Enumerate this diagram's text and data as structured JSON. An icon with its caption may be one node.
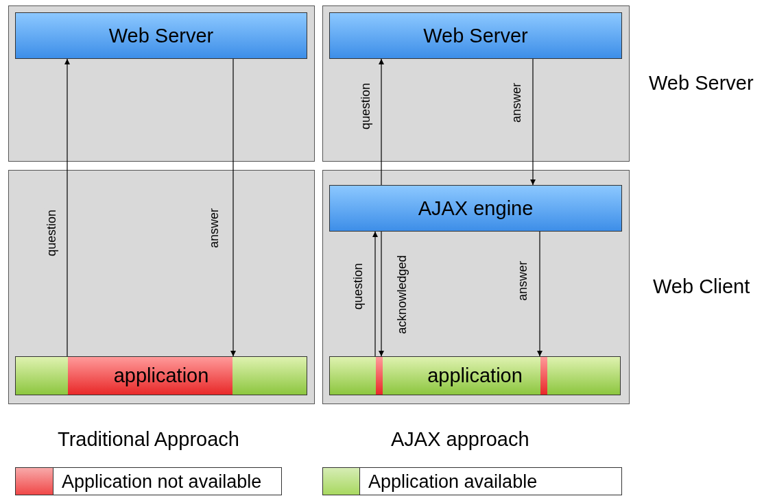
{
  "diagram": {
    "nodes": [
      {
        "text": [],
        "shape": "box"
      },
      {
        "text": [
          "Web Server"
        ],
        "in": 0
      },
      {
        "text": [],
        "shape": "box"
      },
      {
        "text": [
          "application"
        ],
        "in": 2
      },
      {
        "text": [],
        "shape": "box"
      },
      {
        "text": [
          "Web Server"
        ],
        "in": 4
      },
      {
        "text": [],
        "shape": "box"
      },
      {
        "text": [
          "AJAX engine"
        ],
        "in": 6
      },
      {
        "text": [
          "application"
        ],
        "in": 6
      }
    ],
    "edges": [
      {
        "from": 3,
        "to": 1,
        "arrow": "to",
        "label": "question"
      },
      {
        "from": 1,
        "to": 3,
        "arrow": "to",
        "label": "answer"
      },
      {
        "from": 7,
        "to": 5,
        "arrow": "to",
        "label": "question"
      },
      {
        "from": 5,
        "to": 7,
        "arrow": "to",
        "label": "answer"
      },
      {
        "from": 8,
        "to": 7,
        "arrow": "to",
        "label": "question"
      },
      {
        "from": 7,
        "to": 8,
        "arrow": "to",
        "label": "acknowledged"
      },
      {
        "from": 7,
        "to": 8,
        "arrow": "to",
        "label": "answer"
      }
    ],
    "labels": [
      "Web Server",
      "Web Client",
      "Traditional Approach",
      "AJAX approach"
    ],
    "legend": [
      {
        "text": "Application not available",
        "color": "#f04848"
      },
      {
        "text": "Application available",
        "color": "#a8d860"
      }
    ]
  }
}
